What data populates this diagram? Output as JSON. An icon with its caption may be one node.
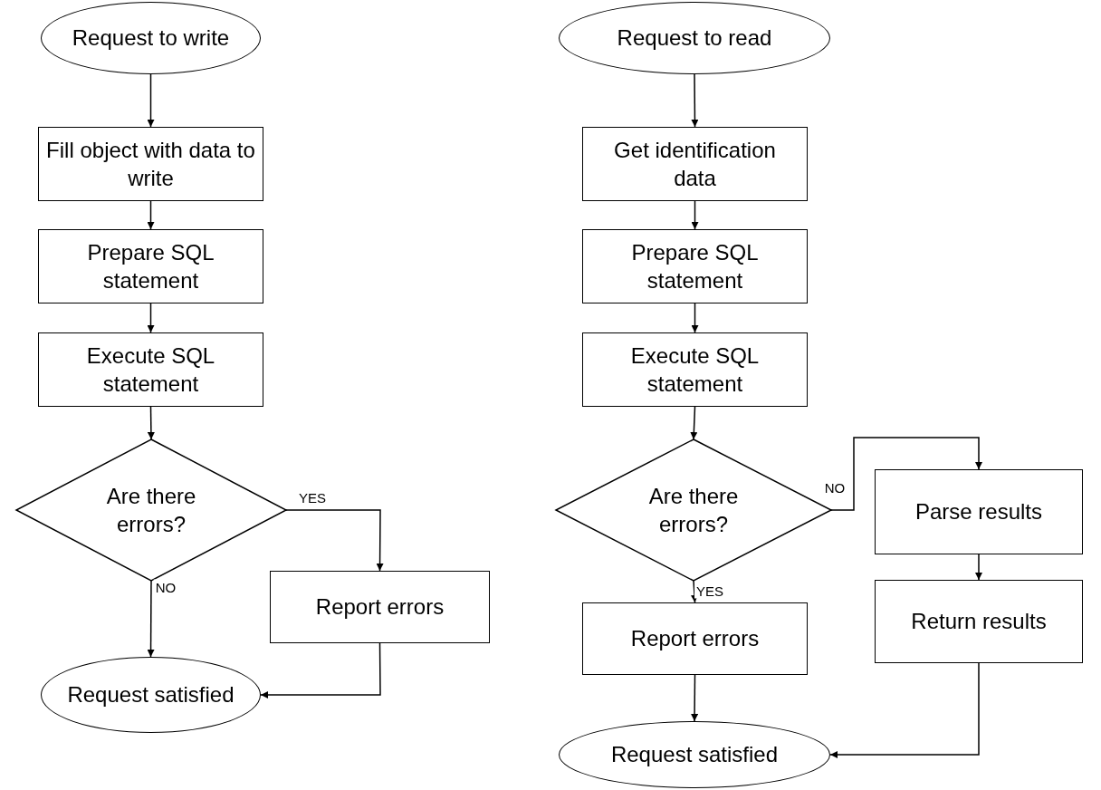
{
  "diagram": {
    "nodes": [
      {
        "text": [
          "Request to write"
        ]
      },
      {
        "text": [
          "Fill object with data to write"
        ]
      },
      {
        "text": [
          "Prepare SQL statement"
        ]
      },
      {
        "text": [
          "Execute SQL statement"
        ]
      },
      {
        "text": [
          "Are there errors?"
        ]
      },
      {
        "text": [
          "Report errors"
        ]
      },
      {
        "text": [
          "Request satisfied"
        ]
      },
      {
        "text": [
          "Request to read"
        ]
      },
      {
        "text": [
          "Get identification data"
        ]
      },
      {
        "text": [
          "Prepare SQL statement"
        ]
      },
      {
        "text": [
          "Execute SQL statement"
        ]
      },
      {
        "text": [
          "Are there errors?"
        ]
      },
      {
        "text": [
          "Parse results"
        ]
      },
      {
        "text": [
          "Return results"
        ]
      },
      {
        "text": [
          "Report errors"
        ]
      },
      {
        "text": [
          "Request satisfied"
        ]
      }
    ],
    "edges": [
      {
        "from": 0,
        "to": 1,
        "arrow": "to"
      },
      {
        "from": 1,
        "to": 2,
        "arrow": "to"
      },
      {
        "from": 2,
        "to": 3,
        "arrow": "to"
      },
      {
        "from": 3,
        "to": 4,
        "arrow": "to"
      },
      {
        "from": 4,
        "to": 5,
        "arrow": "to",
        "label": "YES"
      },
      {
        "from": 4,
        "to": 6,
        "arrow": "to",
        "label": "NO"
      },
      {
        "from": 5,
        "to": 6,
        "arrow": "to"
      },
      {
        "from": 7,
        "to": 8,
        "arrow": "to"
      },
      {
        "from": 8,
        "to": 9,
        "arrow": "to"
      },
      {
        "from": 9,
        "to": 10,
        "arrow": "to"
      },
      {
        "from": 10,
        "to": 11,
        "arrow": "to"
      },
      {
        "from": 11,
        "to": 12,
        "arrow": "to",
        "label": "NO"
      },
      {
        "from": 12,
        "to": 13,
        "arrow": "to"
      },
      {
        "from": 11,
        "to": 14,
        "arrow": "to",
        "label": "YES"
      },
      {
        "from": 14,
        "to": 15,
        "arrow": "to"
      },
      {
        "from": 13,
        "to": 15,
        "arrow": "to"
      }
    ]
  }
}
